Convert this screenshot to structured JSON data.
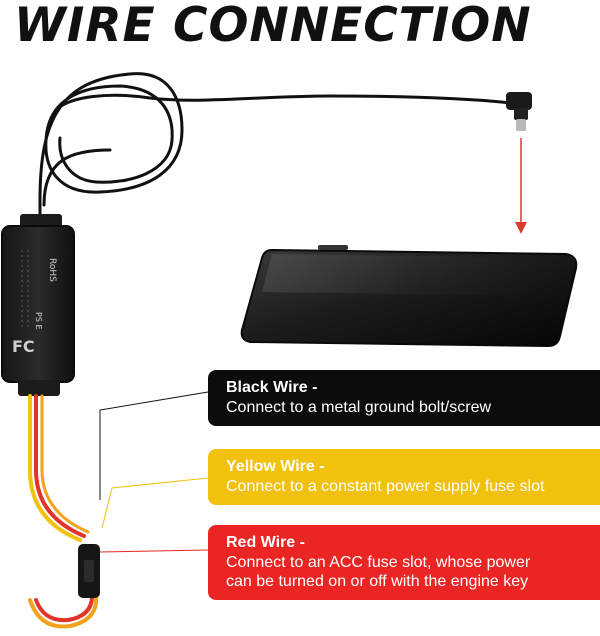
{
  "title": "WIRE CONNECTION",
  "colors": {
    "black_panel": "#0c0c0c",
    "yellow_panel": "#f2c10e",
    "red_panel": "#ea2524",
    "arrow": "#d93b30"
  },
  "module": {
    "rohs": "RoHS",
    "fc": "FC",
    "ps_e": "PS E"
  },
  "wires": [
    {
      "name": "Black Wire -",
      "description": "Connect to a metal ground bolt/screw"
    },
    {
      "name": "Yellow Wire -",
      "description": "Connect to a constant power supply fuse slot"
    },
    {
      "name": "Red Wire -",
      "description": "Connect to an ACC fuse slot, whose power\ncan be turned on or off with the engine key"
    }
  ]
}
